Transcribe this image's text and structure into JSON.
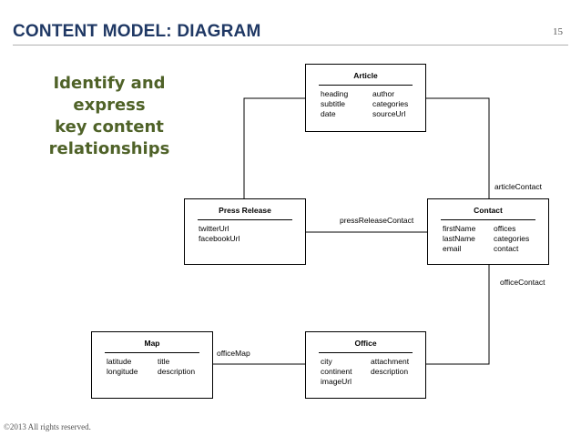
{
  "slide": {
    "title": "CONTENT MODEL: DIAGRAM",
    "page_number": "15",
    "subtitle_lines": [
      "Identify and express",
      "key content",
      "relationships"
    ],
    "footer": "©2013 All rights reserved."
  },
  "entities": {
    "article": {
      "name": "Article",
      "col1": [
        "heading",
        "subtitle",
        "date"
      ],
      "col2": [
        "author",
        "categories",
        "sourceUrl"
      ]
    },
    "press_release": {
      "name": "Press Release",
      "col1": [
        "twitterUrl",
        "facebookUrl"
      ],
      "col2": []
    },
    "contact": {
      "name": "Contact",
      "col1": [
        "firstName",
        "lastName",
        "email"
      ],
      "col2": [
        "offices",
        "categories",
        "contact"
      ]
    },
    "map": {
      "name": "Map",
      "col1": [
        "latitude",
        "longitude"
      ],
      "col2": [
        "title",
        "description"
      ]
    },
    "office": {
      "name": "Office",
      "col1": [
        "city",
        "continent",
        "imageUrl"
      ],
      "col2": [
        "attachment",
        "description"
      ]
    }
  },
  "relationships": {
    "article_contact": "articleContact",
    "press_release_contact": "pressReleaseContact",
    "office_contact": "officeContact",
    "office_map": "officeMap"
  }
}
